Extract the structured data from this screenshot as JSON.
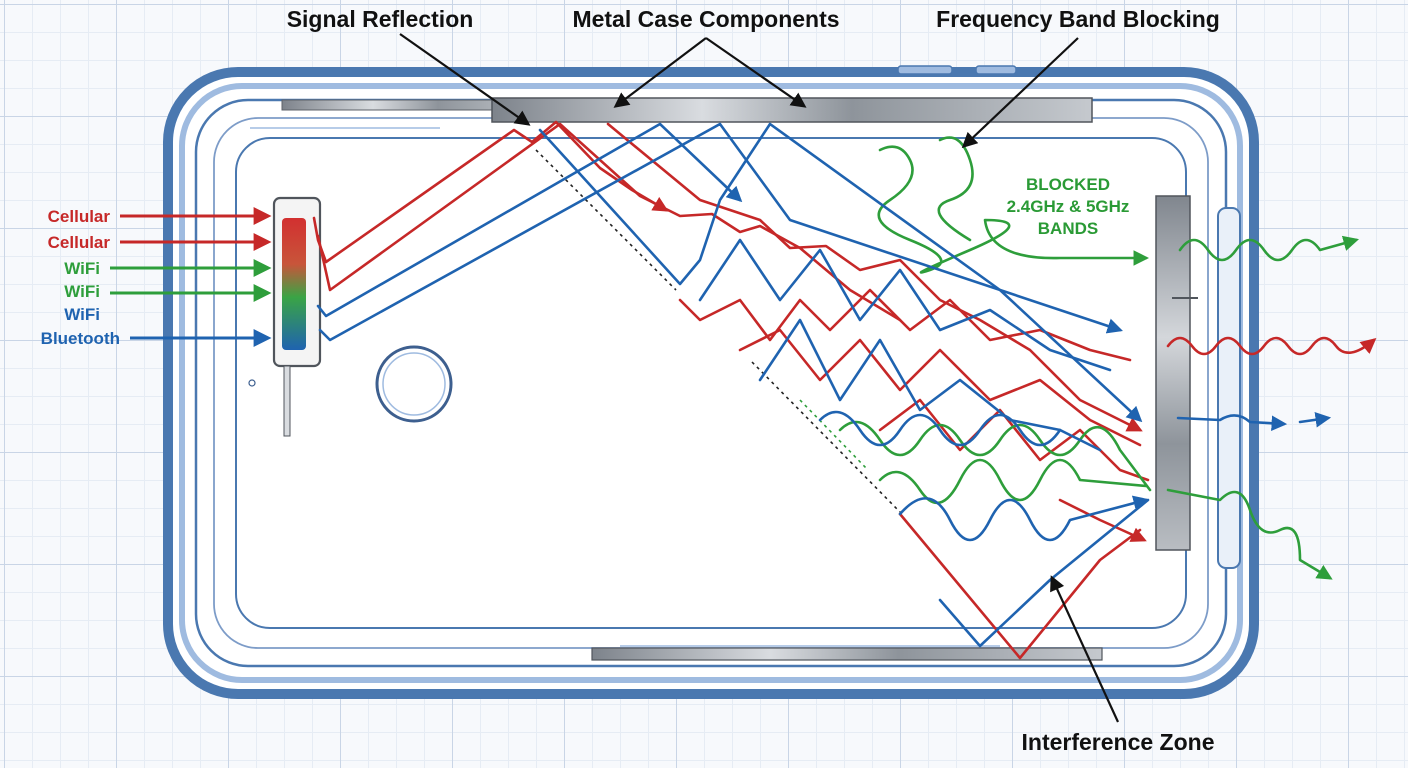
{
  "callouts": {
    "signal_reflection": "Signal Reflection",
    "metal_case_components": "Metal Case Components",
    "frequency_band_blocking": "Frequency Band Blocking",
    "interference_zone": "Interference Zone"
  },
  "input_signals": [
    {
      "label": "Cellular",
      "color": "#c62828"
    },
    {
      "label": "Cellular",
      "color": "#c62828"
    },
    {
      "label": "WiFi",
      "color": "#2e9e3b"
    },
    {
      "label": "WiFi",
      "color": "#2e9e3b"
    },
    {
      "label": "WiFi",
      "color": "#1f63b0"
    },
    {
      "label": "Bluetooth",
      "color": "#1f63b0"
    }
  ],
  "blocked_note": {
    "line1": "BLOCKED",
    "line2": "2.4GHz & 5GHz",
    "line3": "BANDS"
  },
  "colors": {
    "cellular": "#c62828",
    "wifi": "#2e9e3b",
    "bluetooth": "#1f63b0",
    "case_outline": "#3f6fa8",
    "metal": "#8d9299"
  }
}
